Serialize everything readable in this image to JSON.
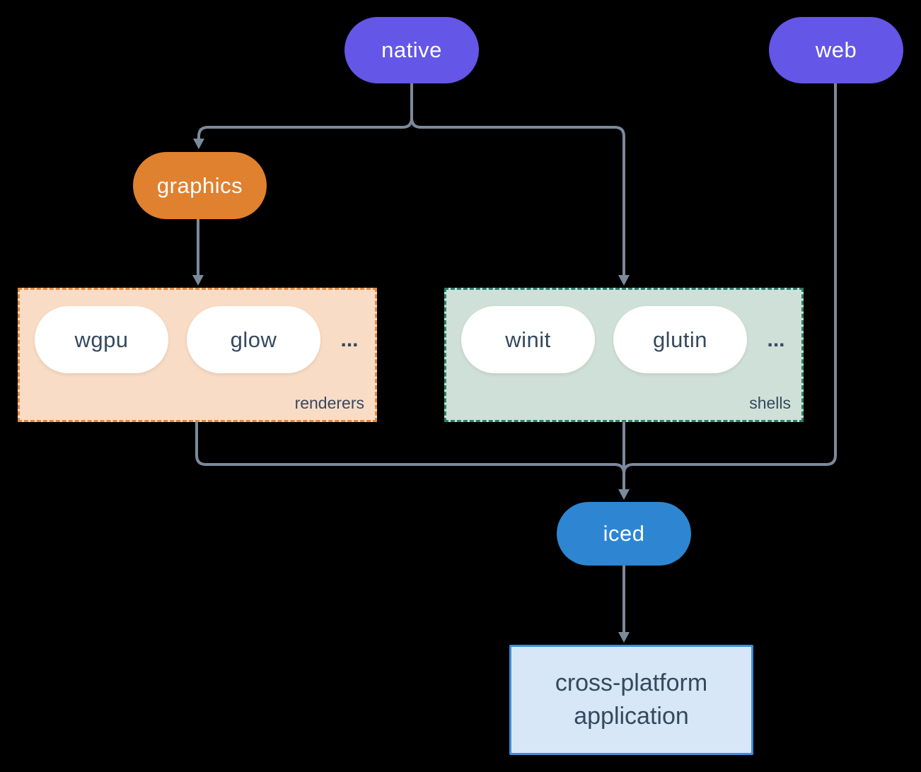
{
  "diagram": {
    "background": "#000000",
    "connector_color": "#7b8a9b",
    "nodes": {
      "native": {
        "label": "native",
        "fill": "#6456e6",
        "text_color": "#ffffff"
      },
      "web": {
        "label": "web",
        "fill": "#6456e6",
        "text_color": "#ffffff"
      },
      "graphics": {
        "label": "graphics",
        "fill": "#e0812f",
        "text_color": "#ffffff"
      },
      "iced": {
        "label": "iced",
        "fill": "#2e86d2",
        "text_color": "#ffffff"
      },
      "wgpu": {
        "label": "wgpu",
        "fill": "#ffffff",
        "text_color": "#35495e"
      },
      "glow": {
        "label": "glow",
        "fill": "#ffffff",
        "text_color": "#35495e"
      },
      "winit": {
        "label": "winit",
        "fill": "#ffffff",
        "text_color": "#35495e"
      },
      "glutin": {
        "label": "glutin",
        "fill": "#ffffff",
        "text_color": "#35495e"
      },
      "application": {
        "label": "cross-platform application",
        "fill": "#d7e7f8",
        "border": "#3e8ede",
        "text_color": "#35495e"
      }
    },
    "groups": {
      "renderers": {
        "label": "renderers",
        "more": "...",
        "fill": "#f9dcc6",
        "border": "#e6873c",
        "text_color": "#35495e",
        "children": [
          "wgpu",
          "glow"
        ]
      },
      "shells": {
        "label": "shells",
        "more": "...",
        "fill": "#cfe0d8",
        "border": "#2b7f6b",
        "text_color": "#35495e",
        "children": [
          "winit",
          "glutin"
        ]
      }
    },
    "edges": [
      {
        "from": "native",
        "to": "graphics"
      },
      {
        "from": "native",
        "to": "shells"
      },
      {
        "from": "graphics",
        "to": "renderers"
      },
      {
        "from": "renderers",
        "to": "iced"
      },
      {
        "from": "shells",
        "to": "iced"
      },
      {
        "from": "web",
        "to": "iced"
      },
      {
        "from": "iced",
        "to": "application"
      }
    ]
  }
}
